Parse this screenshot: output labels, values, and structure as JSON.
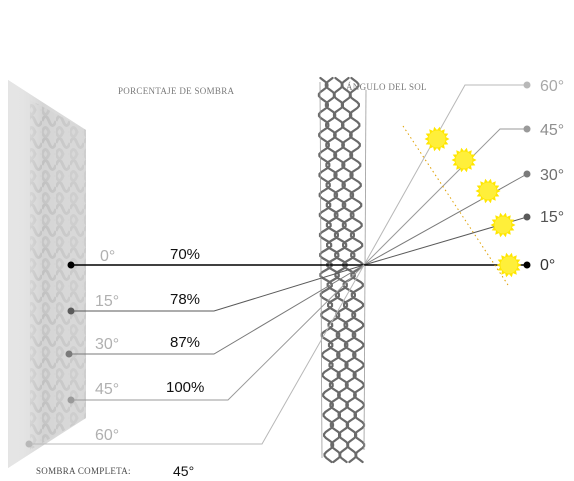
{
  "labels": {
    "shade_percentage_title": "PORCENTAJE DE SOMBRA",
    "sun_angle_title": "ÁNGULO DEL SOL",
    "full_shade_label": "SOMBRA COMPLETA:",
    "full_shade_value": "45°"
  },
  "sun_angles": [
    {
      "label": "0°"
    },
    {
      "label": "15°"
    },
    {
      "label": "30°"
    },
    {
      "label": "45°"
    },
    {
      "label": "60°"
    }
  ],
  "shade_rows": [
    {
      "angle": "0°",
      "percent": "70%"
    },
    {
      "angle": "15°",
      "percent": "78%"
    },
    {
      "angle": "30°",
      "percent": "87%"
    },
    {
      "angle": "45°",
      "percent": "100%"
    },
    {
      "angle": "60°",
      "percent": ""
    }
  ],
  "colors": {
    "line_0": "#000000",
    "line_15": "#5a5a5a",
    "line_30": "#7a7a7a",
    "line_45": "#9a9a9a",
    "line_60": "#b8b8b8",
    "sun_yellow": "#ffe600",
    "screen_gray": "#6e6e6e",
    "wall_gray": "#d4d4d4"
  },
  "icons": {
    "sun": "sun-icon",
    "dot": "endpoint-dot"
  }
}
